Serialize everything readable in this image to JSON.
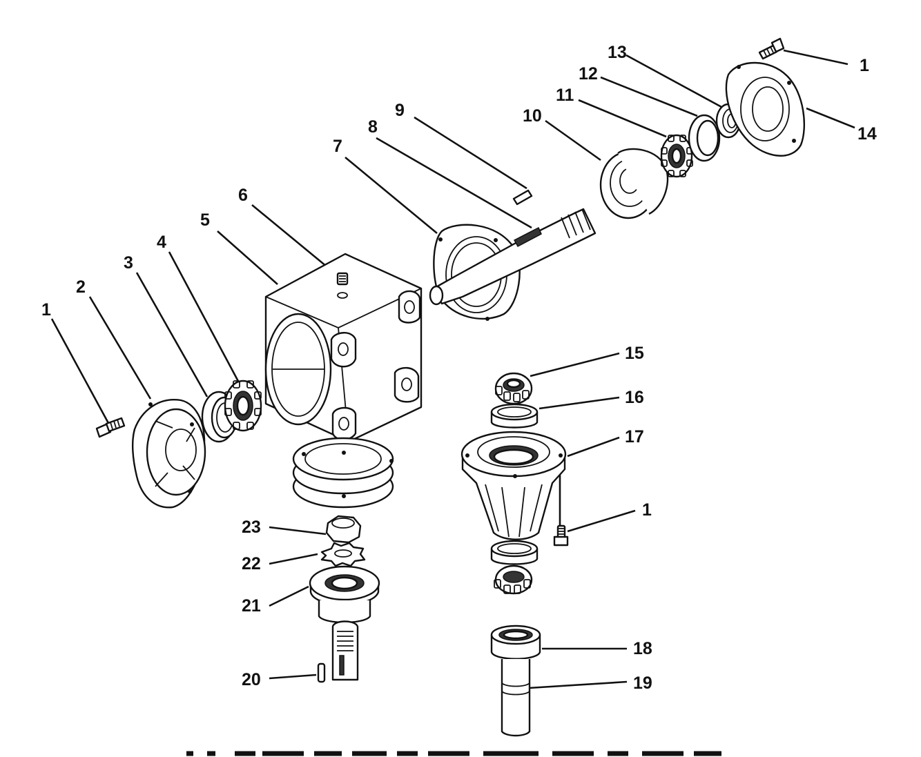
{
  "callouts": {
    "c1a": "1",
    "c1b": "1",
    "c1c": "1",
    "c2": "2",
    "c3": "3",
    "c4": "4",
    "c5": "5",
    "c6": "6",
    "c7": "7",
    "c8": "8",
    "c9": "9",
    "c10": "10",
    "c11": "11",
    "c12": "12",
    "c13": "13",
    "c14": "14",
    "c15": "15",
    "c16": "16",
    "c17": "17",
    "c18": "18",
    "c19": "19",
    "c20": "20",
    "c21": "21",
    "c22": "22",
    "c23": "23"
  }
}
